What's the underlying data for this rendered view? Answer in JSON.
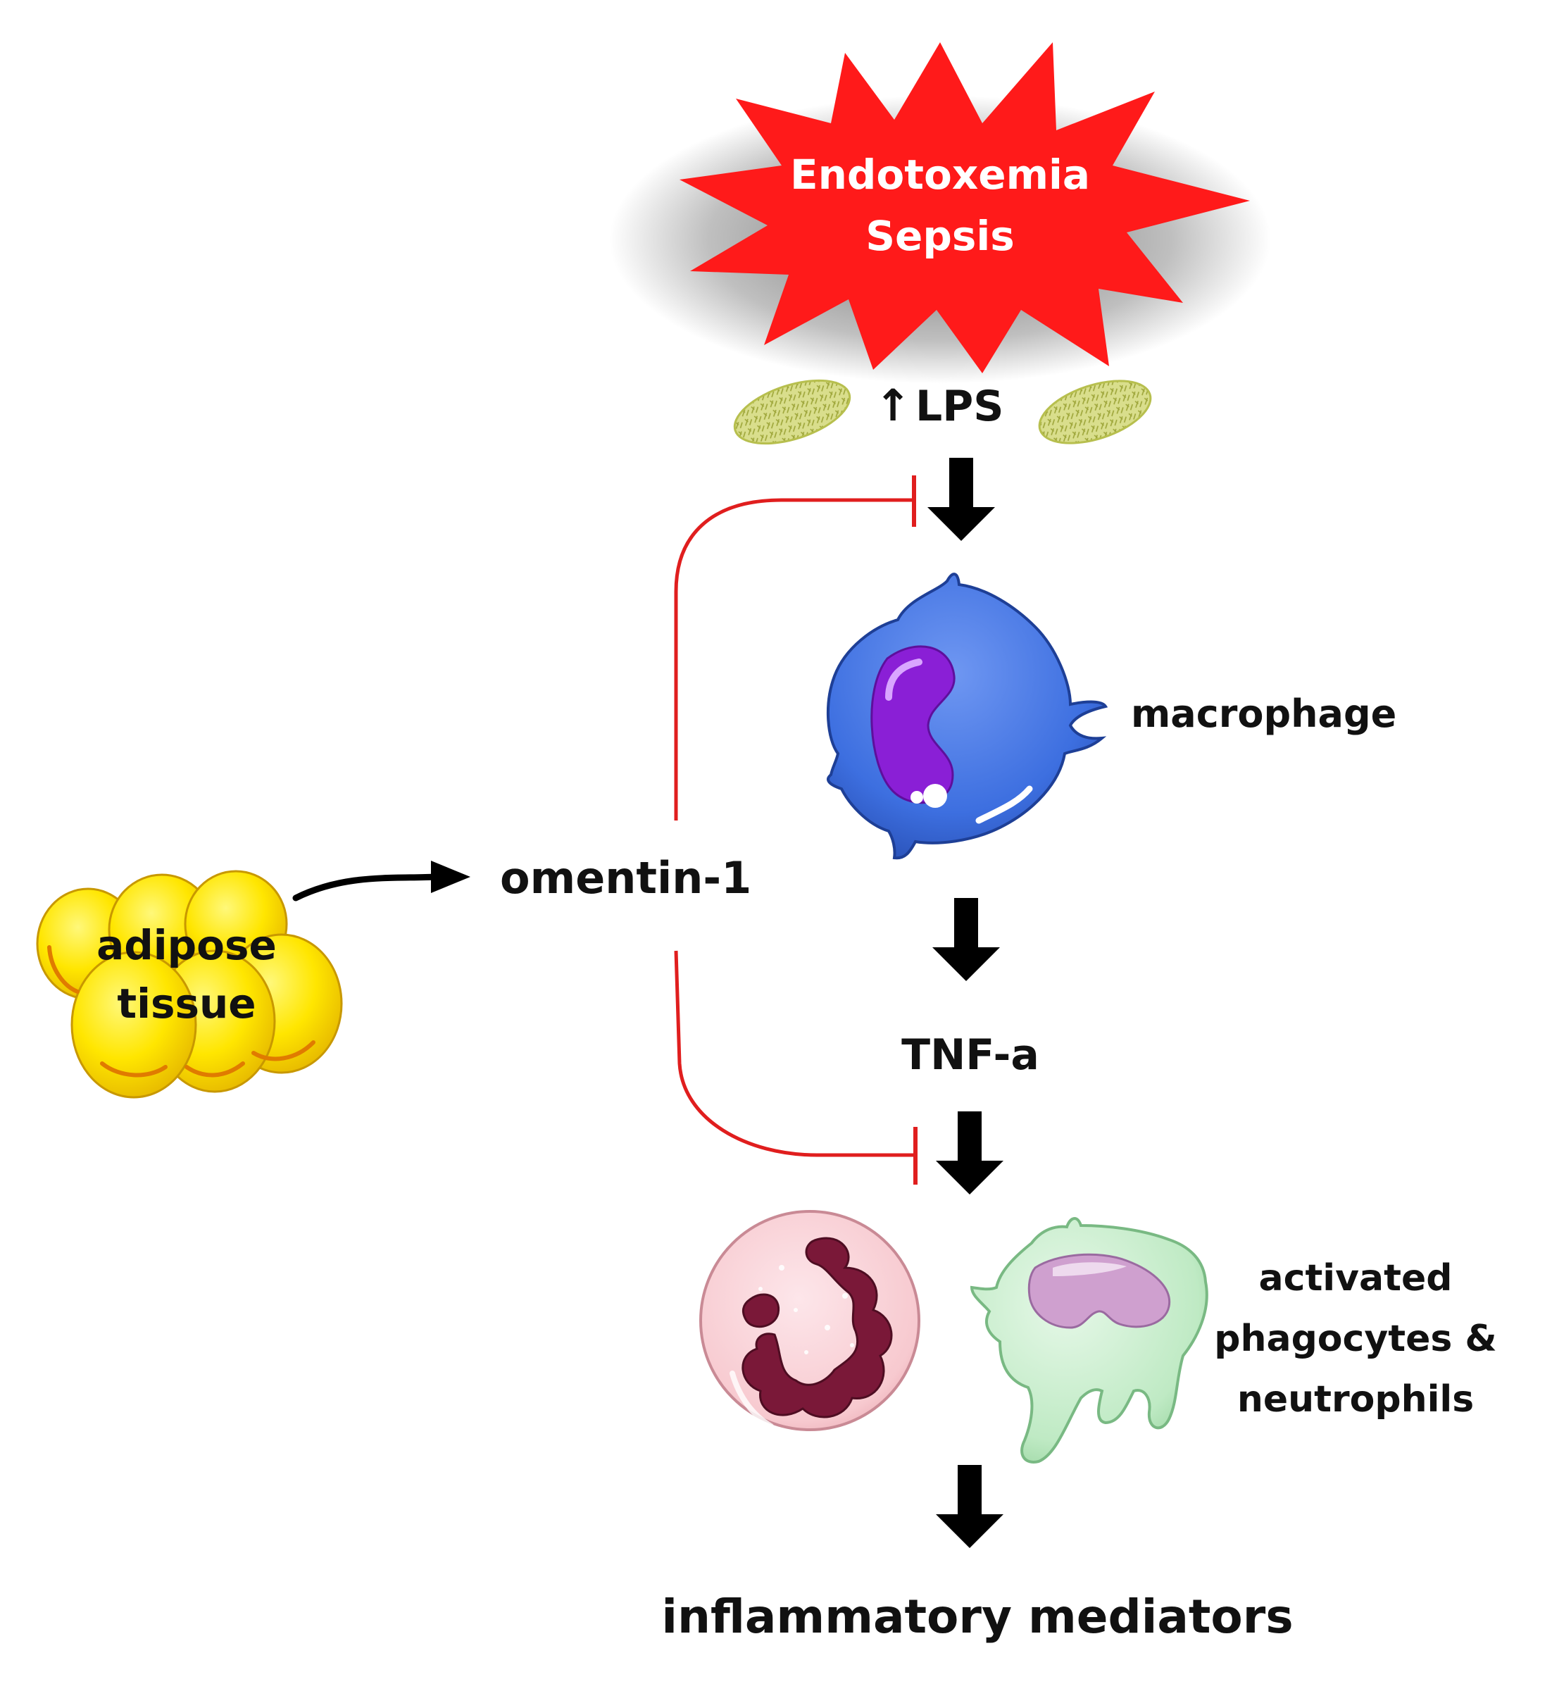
{
  "starburst": {
    "line1": "Endotoxemia",
    "line2": "Sepsis",
    "fill": "#ff1a1a",
    "text_color": "#ffffff"
  },
  "lps": {
    "arrow_symbol": "↑",
    "label": "LPS",
    "bacteria_icon": "bacterium-icon"
  },
  "macrophage": {
    "label": "macrophage",
    "body_color": "#3d6fe0",
    "nucleus_color": "#8a1fd6"
  },
  "tnf": {
    "label": "TNF-a"
  },
  "cells": {
    "label_line1": "activated",
    "label_line2": "phagocytes &",
    "label_line3": "neutrophils",
    "neutrophil_color": "#f7c9cf",
    "neutrophil_nucleus_color": "#7a1838",
    "phagocyte_color": "#bfeac4"
  },
  "output": {
    "label": "inflammatory mediators"
  },
  "adipose": {
    "line1": "adipose",
    "line2": "tissue",
    "cell_color": "#ffe600"
  },
  "omentin": {
    "label": "omentin-1"
  },
  "colors": {
    "flow_arrow": "#000000",
    "inhibition": "#e01e1e"
  }
}
